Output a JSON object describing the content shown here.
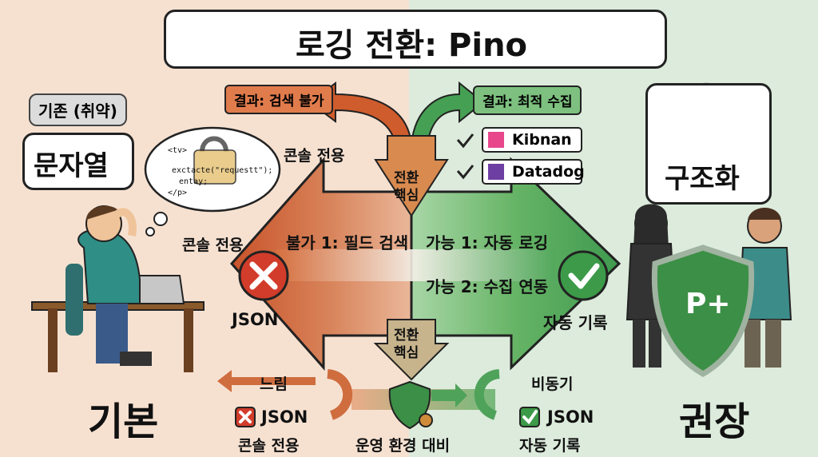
{
  "title": "로깅 전환: Pino",
  "left_panel": {
    "tag": "기존 (취약)",
    "speech": "문자열",
    "thought_code": [
      "<tv>",
      "exctacte(\"requestt\");",
      "entay;",
      "</p>"
    ],
    "console_only": "콘솔 전용",
    "footer": "기본"
  },
  "right_panel": {
    "speech": "구조화",
    "footer": "권장",
    "badge_letter": "P+"
  },
  "top_left_result": "결과: 검색 불가",
  "top_right_result": "결과: 최적 수집",
  "console_only_top": "콘솔 전용",
  "tools": [
    "Kibnan",
    "Datadog"
  ],
  "core_upper": [
    "전환",
    "핵심"
  ],
  "core_lower": [
    "전환",
    "핵심"
  ],
  "arrow_left_label": "불가 1: 필드 검색",
  "arrow_right_label_1": "가능 1: 자동 로깅",
  "arrow_right_label_2": "가능 2: 수집 연동",
  "json_left": "JSON",
  "auto_record_right": "자동 기록",
  "bottom_left": {
    "slow": "느림",
    "json": "JSON",
    "console": "콘솔 전용"
  },
  "bottom_center": "운영 환경 대비",
  "bottom_right": {
    "async": "비동기",
    "json": "JSON",
    "auto": "자동 기록"
  },
  "colors": {
    "orange": "#d2622b",
    "green": "#3f9a4f",
    "red_x": "#d23c2a",
    "green_check": "#3c9a48"
  }
}
